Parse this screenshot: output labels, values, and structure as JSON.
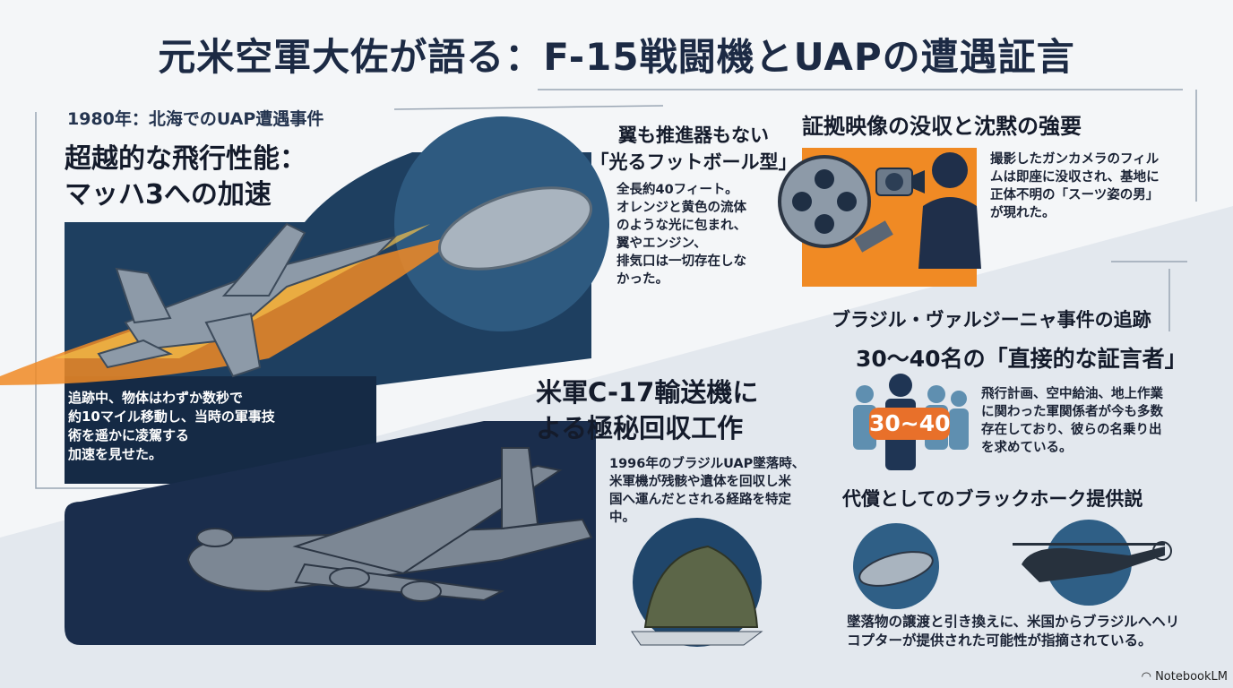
{
  "title": "元米空軍大佐が語る：F-15戦闘機とUAPの遭遇証言",
  "section1": {
    "label": "1980年：北海でのUAP遭遇事件",
    "heading_line1": "超越的な飛行性能：",
    "heading_line2": "マッハ3への加速",
    "body": [
      "追跡中、物体はわずか数秒で",
      "約10マイル移動し、当時の軍事技",
      "術を遥かに凌駕する",
      "加速を見せた。"
    ]
  },
  "section2": {
    "heading_line1": "翼も推進器もない",
    "heading_line2": "「光るフットボール型」",
    "body": [
      "全長約40フィート。",
      "オレンジと黄色の流体",
      "のような光に包まれ、",
      "翼やエンジン、",
      "排気口は一切存在しな",
      "かった。"
    ]
  },
  "section3": {
    "heading": "証拠映像の没収と沈黙の強要",
    "body": [
      "撮影したガンカメラのフィル",
      "ムは即座に没収され、基地に",
      "正体不明の「スーツ姿の男」",
      "が現れた。"
    ]
  },
  "section4": {
    "heading_line1": "米軍C-17輸送機に",
    "heading_line2": "よる極秘回収工作",
    "body": [
      "1996年のブラジルUAP墜落時、",
      "米軍機が残骸や遺体を回収し米",
      "国へ運んだとされる経路を特定",
      "中。"
    ]
  },
  "section5": {
    "label": "ブラジル・ヴァルジーニャ事件の追跡",
    "heading": "30〜40名の「直接的な証言者」",
    "badge": "30~40",
    "body": [
      "飛行計画、空中給油、地上作業",
      "に関わった軍関係者が今も多数",
      "存在しており、彼らの名乗り出",
      "を求めている。"
    ]
  },
  "section6": {
    "heading": "代償としてのブラックホーク提供説",
    "body": [
      "墜落物の譲渡と引き換えに、米国からブラジルへヘリ",
      "コプターが提供された可能性が指摘されている。"
    ]
  },
  "footer": {
    "brand": "NotebookLM"
  },
  "colors": {
    "navy": "#1a2f4d",
    "orange": "#f08a24",
    "accent": "#e8702a"
  }
}
